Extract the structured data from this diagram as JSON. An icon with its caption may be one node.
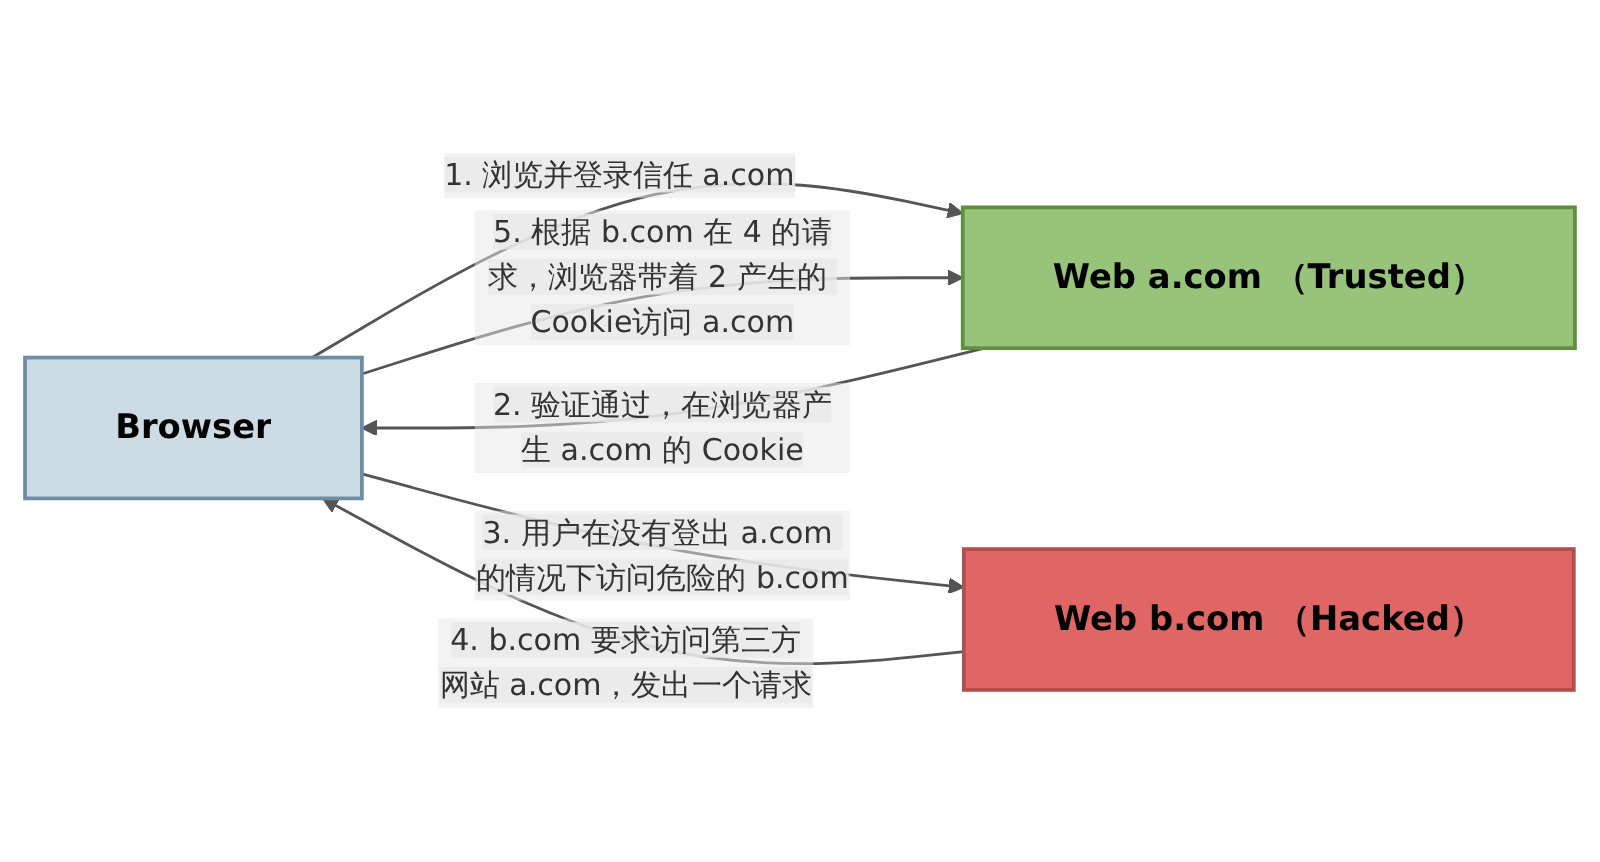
{
  "diagram": {
    "nodes": [
      {
        "text": [
          "Browser"
        ]
      },
      {
        "text": [
          "Web a.com （Trusted）"
        ]
      },
      {
        "text": [
          "Web b.com （Hacked）"
        ]
      }
    ],
    "edges": [
      {
        "from": 0,
        "to": 1,
        "arrow": "to",
        "label": "1. 浏览并登录信任 a.com"
      },
      {
        "from": 1,
        "to": 0,
        "arrow": "to",
        "label": "2. 验证通过，在浏览器产生 a.com 的 Cookie"
      },
      {
        "from": 0,
        "to": 1,
        "arrow": "to",
        "label": "5. 根据 b.com 在 4 的请求，浏览器带着 2 产生的 Cookie访问 a.com"
      },
      {
        "from": 0,
        "to": 2,
        "arrow": "to",
        "label": "3. 用户在没有登出 a.com 的情况下访问危险的 b.com"
      },
      {
        "from": 2,
        "to": 0,
        "arrow": "to",
        "label": "4. b.com 要求访问第三方网站 a.com，发出一个请求"
      }
    ]
  }
}
